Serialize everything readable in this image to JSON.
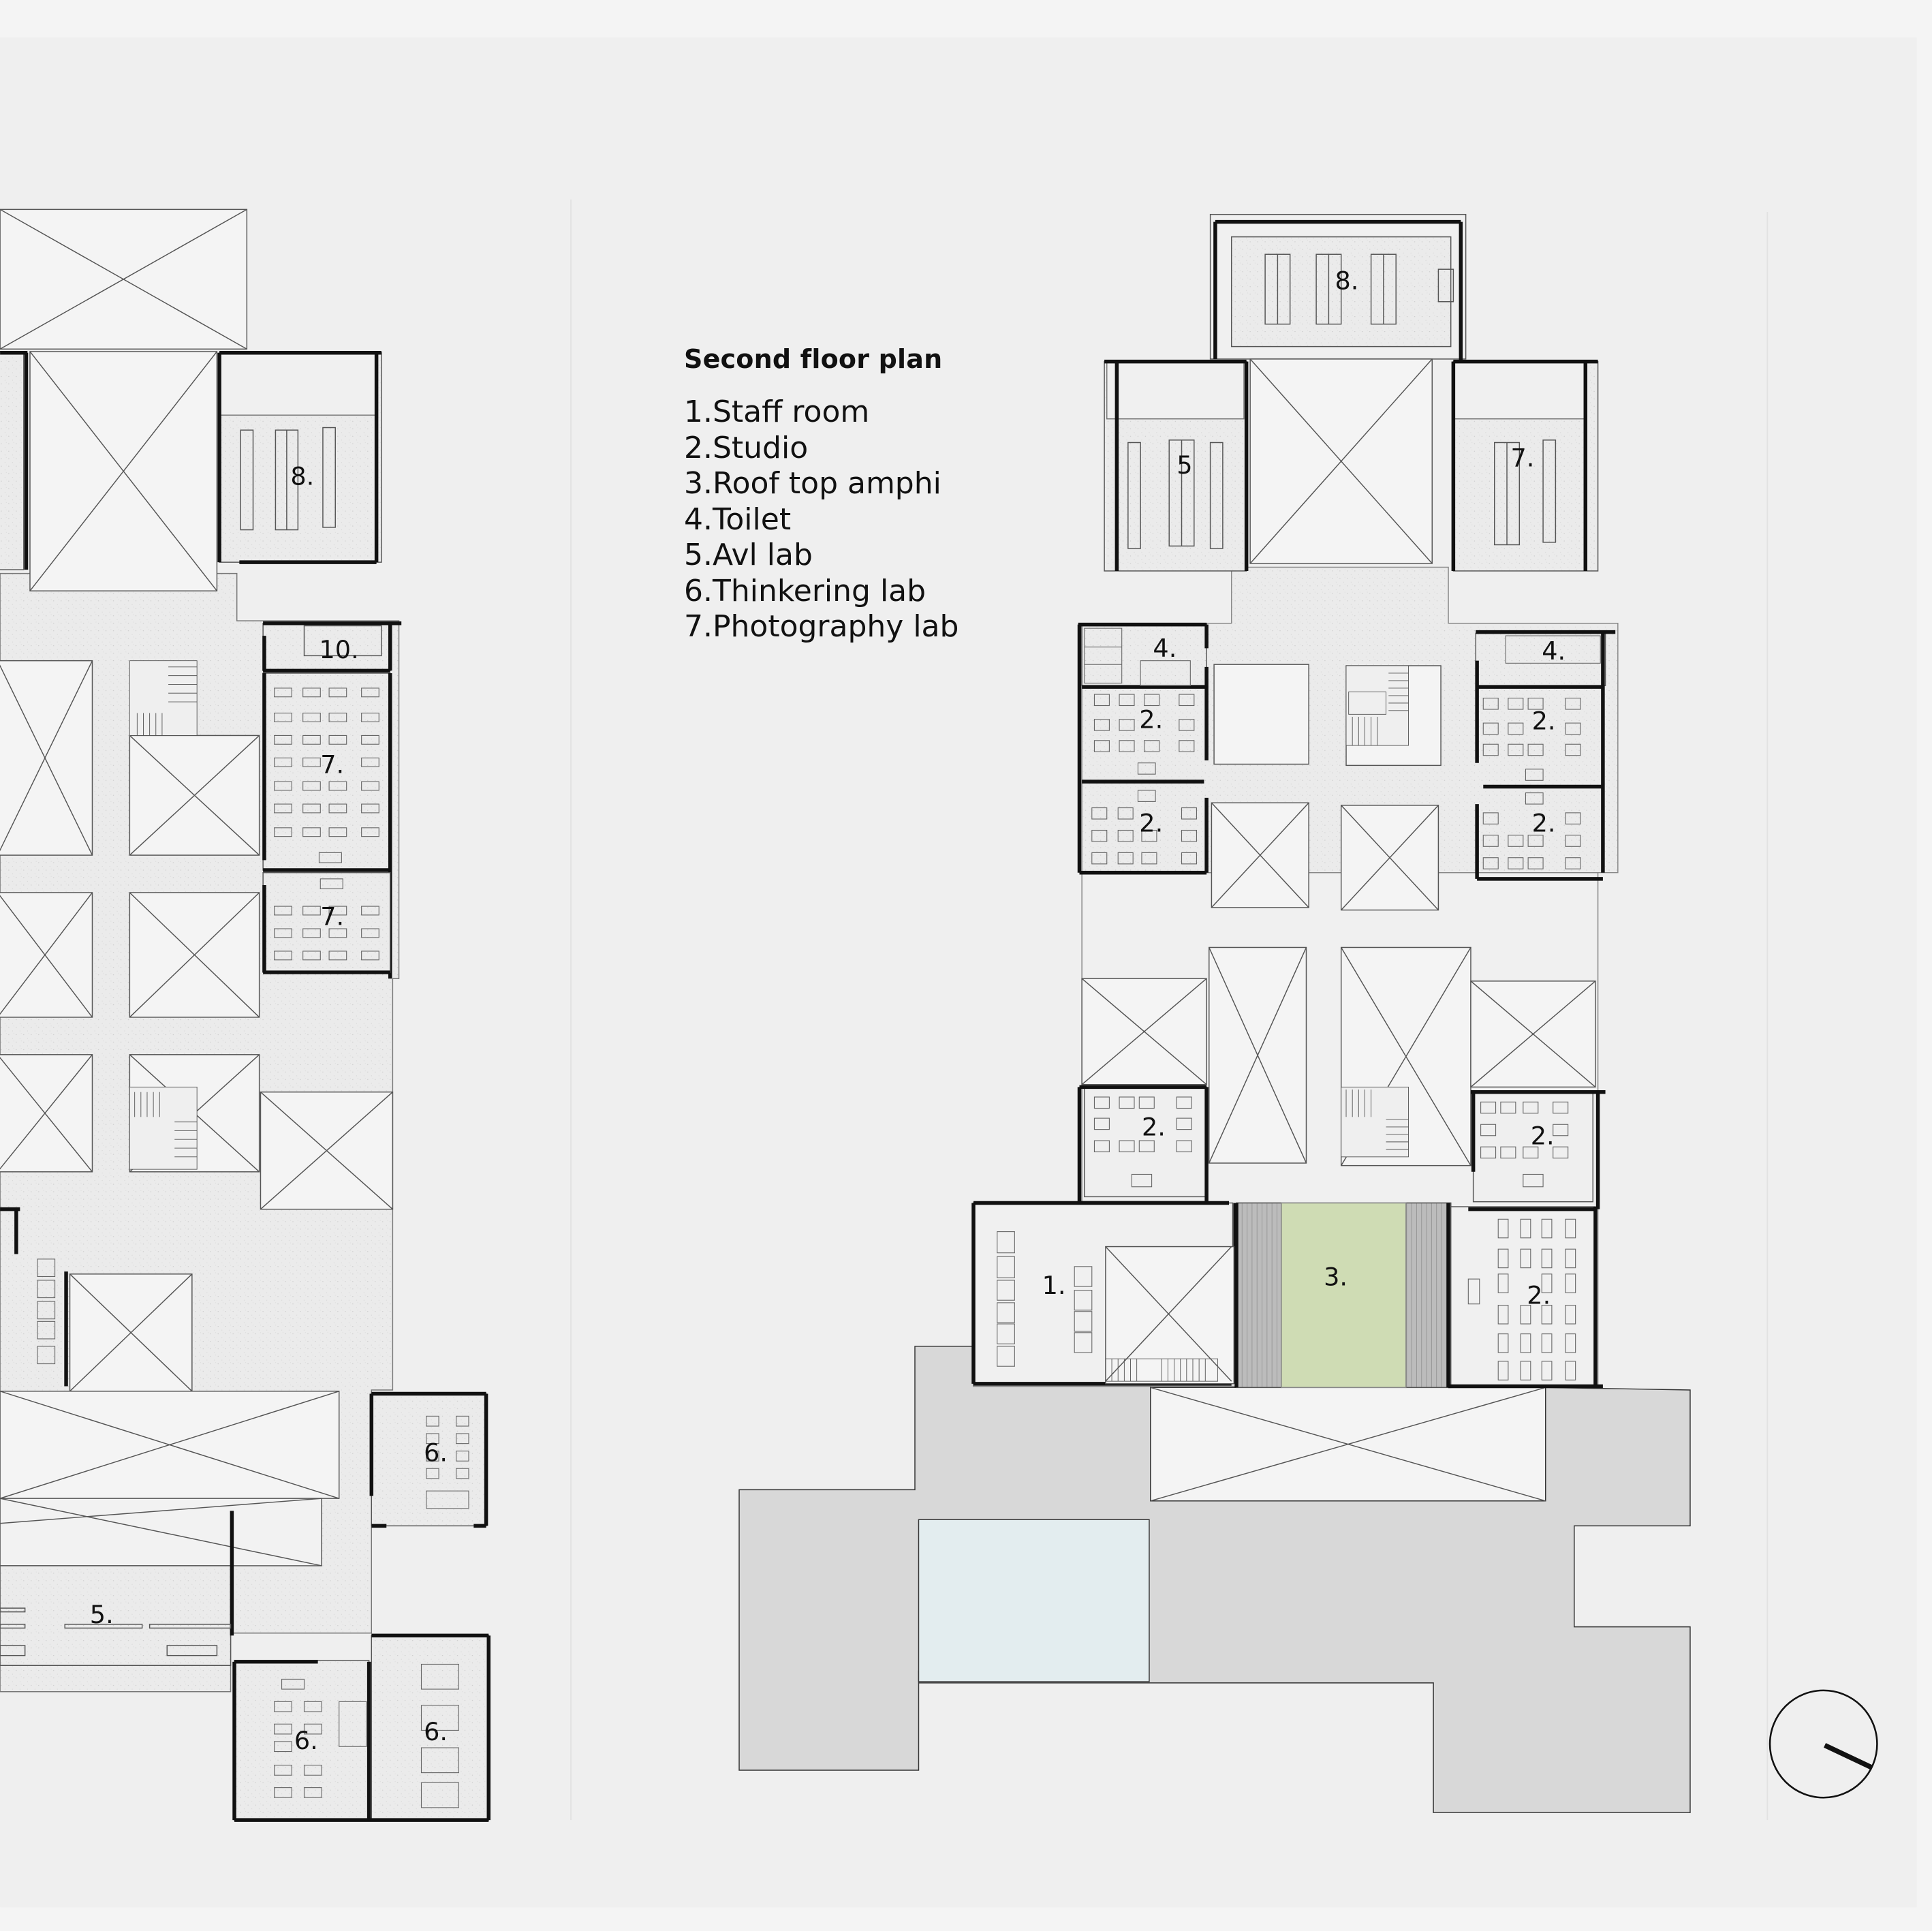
{
  "colors": {
    "paper": "#f4f4f4",
    "sheet_edge": "#e9e9e9",
    "floor_fill": "#e9e9e9",
    "room_fill": "#e6e6e6",
    "void_fill": "#f3f3f3",
    "massing_gray": "#d9d9d9",
    "glass_blue": "#e3eef0",
    "amphi_green": "#cfdcb4",
    "amphi_steps": "#b9b9b9",
    "wall": "#111111",
    "line": "#555555"
  },
  "legend": {
    "title": "Second floor plan",
    "items": [
      {
        "num": "1",
        "label": "1.Staff room"
      },
      {
        "num": "2",
        "label": "2.Studio"
      },
      {
        "num": "3",
        "label": "3.Roof top amphi"
      },
      {
        "num": "4",
        "label": "4.Toilet"
      },
      {
        "num": "5",
        "label": "5.Avl lab"
      },
      {
        "num": "6",
        "label": "6.Thinkering lab"
      },
      {
        "num": "7",
        "label": "7.Photography lab"
      }
    ]
  },
  "left_plan": {
    "room_labels": {
      "r8": "8.",
      "r10": "10.",
      "r7a": "7.",
      "r7b": "7.",
      "r5": "5.",
      "r6a": "6.",
      "r6b": "6.",
      "r6c": "6."
    }
  },
  "right_plan": {
    "room_labels": {
      "r8": "8.",
      "r5": "5",
      "r7": "7.",
      "r4a": "4.",
      "r4b": "4.",
      "r2a": "2.",
      "r2b": "2.",
      "r2c": "2.",
      "r2d": "2.",
      "r2e": "2.",
      "r2f": "2.",
      "r2g": "2.",
      "r1": "1.",
      "r3": "3."
    }
  },
  "north_arrow": {
    "icon": "north-arrow-icon"
  }
}
